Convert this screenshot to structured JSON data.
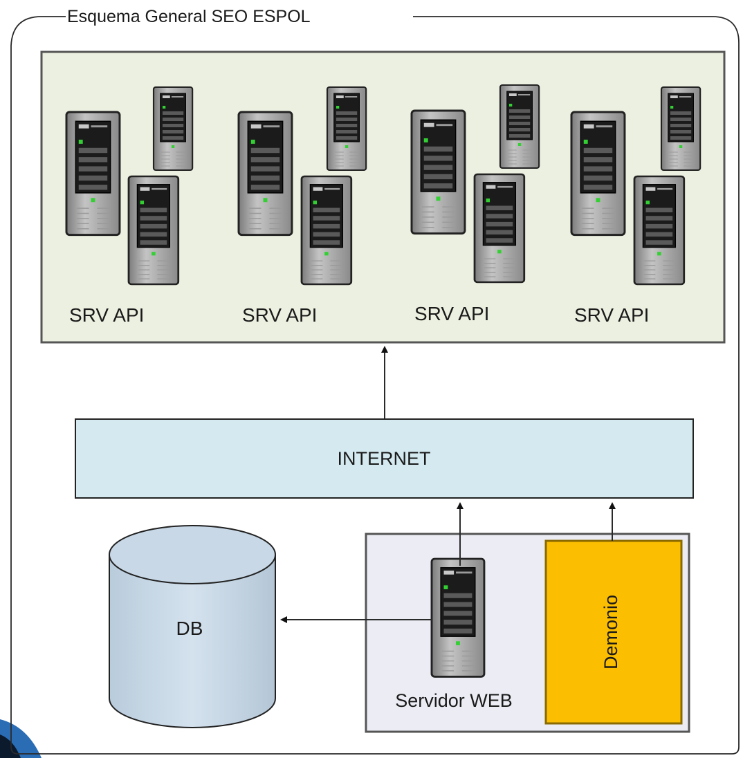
{
  "frame": {
    "title": "Esquema General SEO ESPOL"
  },
  "api_cluster": {
    "groups": [
      {
        "label": "SRV API"
      },
      {
        "label": "SRV API"
      },
      {
        "label": "SRV API"
      },
      {
        "label": "SRV API"
      }
    ]
  },
  "internet": {
    "label": "INTERNET"
  },
  "database": {
    "label": "DB"
  },
  "web_server": {
    "label": "Servidor WEB"
  },
  "daemon": {
    "label": "Demonio"
  },
  "colors": {
    "api_area_fill": "#ecf0e0",
    "internet_fill": "#d4eaf0",
    "server_group_fill": "#ecedf4",
    "db_fill": "#c8d8e6",
    "daemon_fill": "#fbbe00",
    "daemon_border": "#8a6a00",
    "line": "#2a2a2a"
  }
}
